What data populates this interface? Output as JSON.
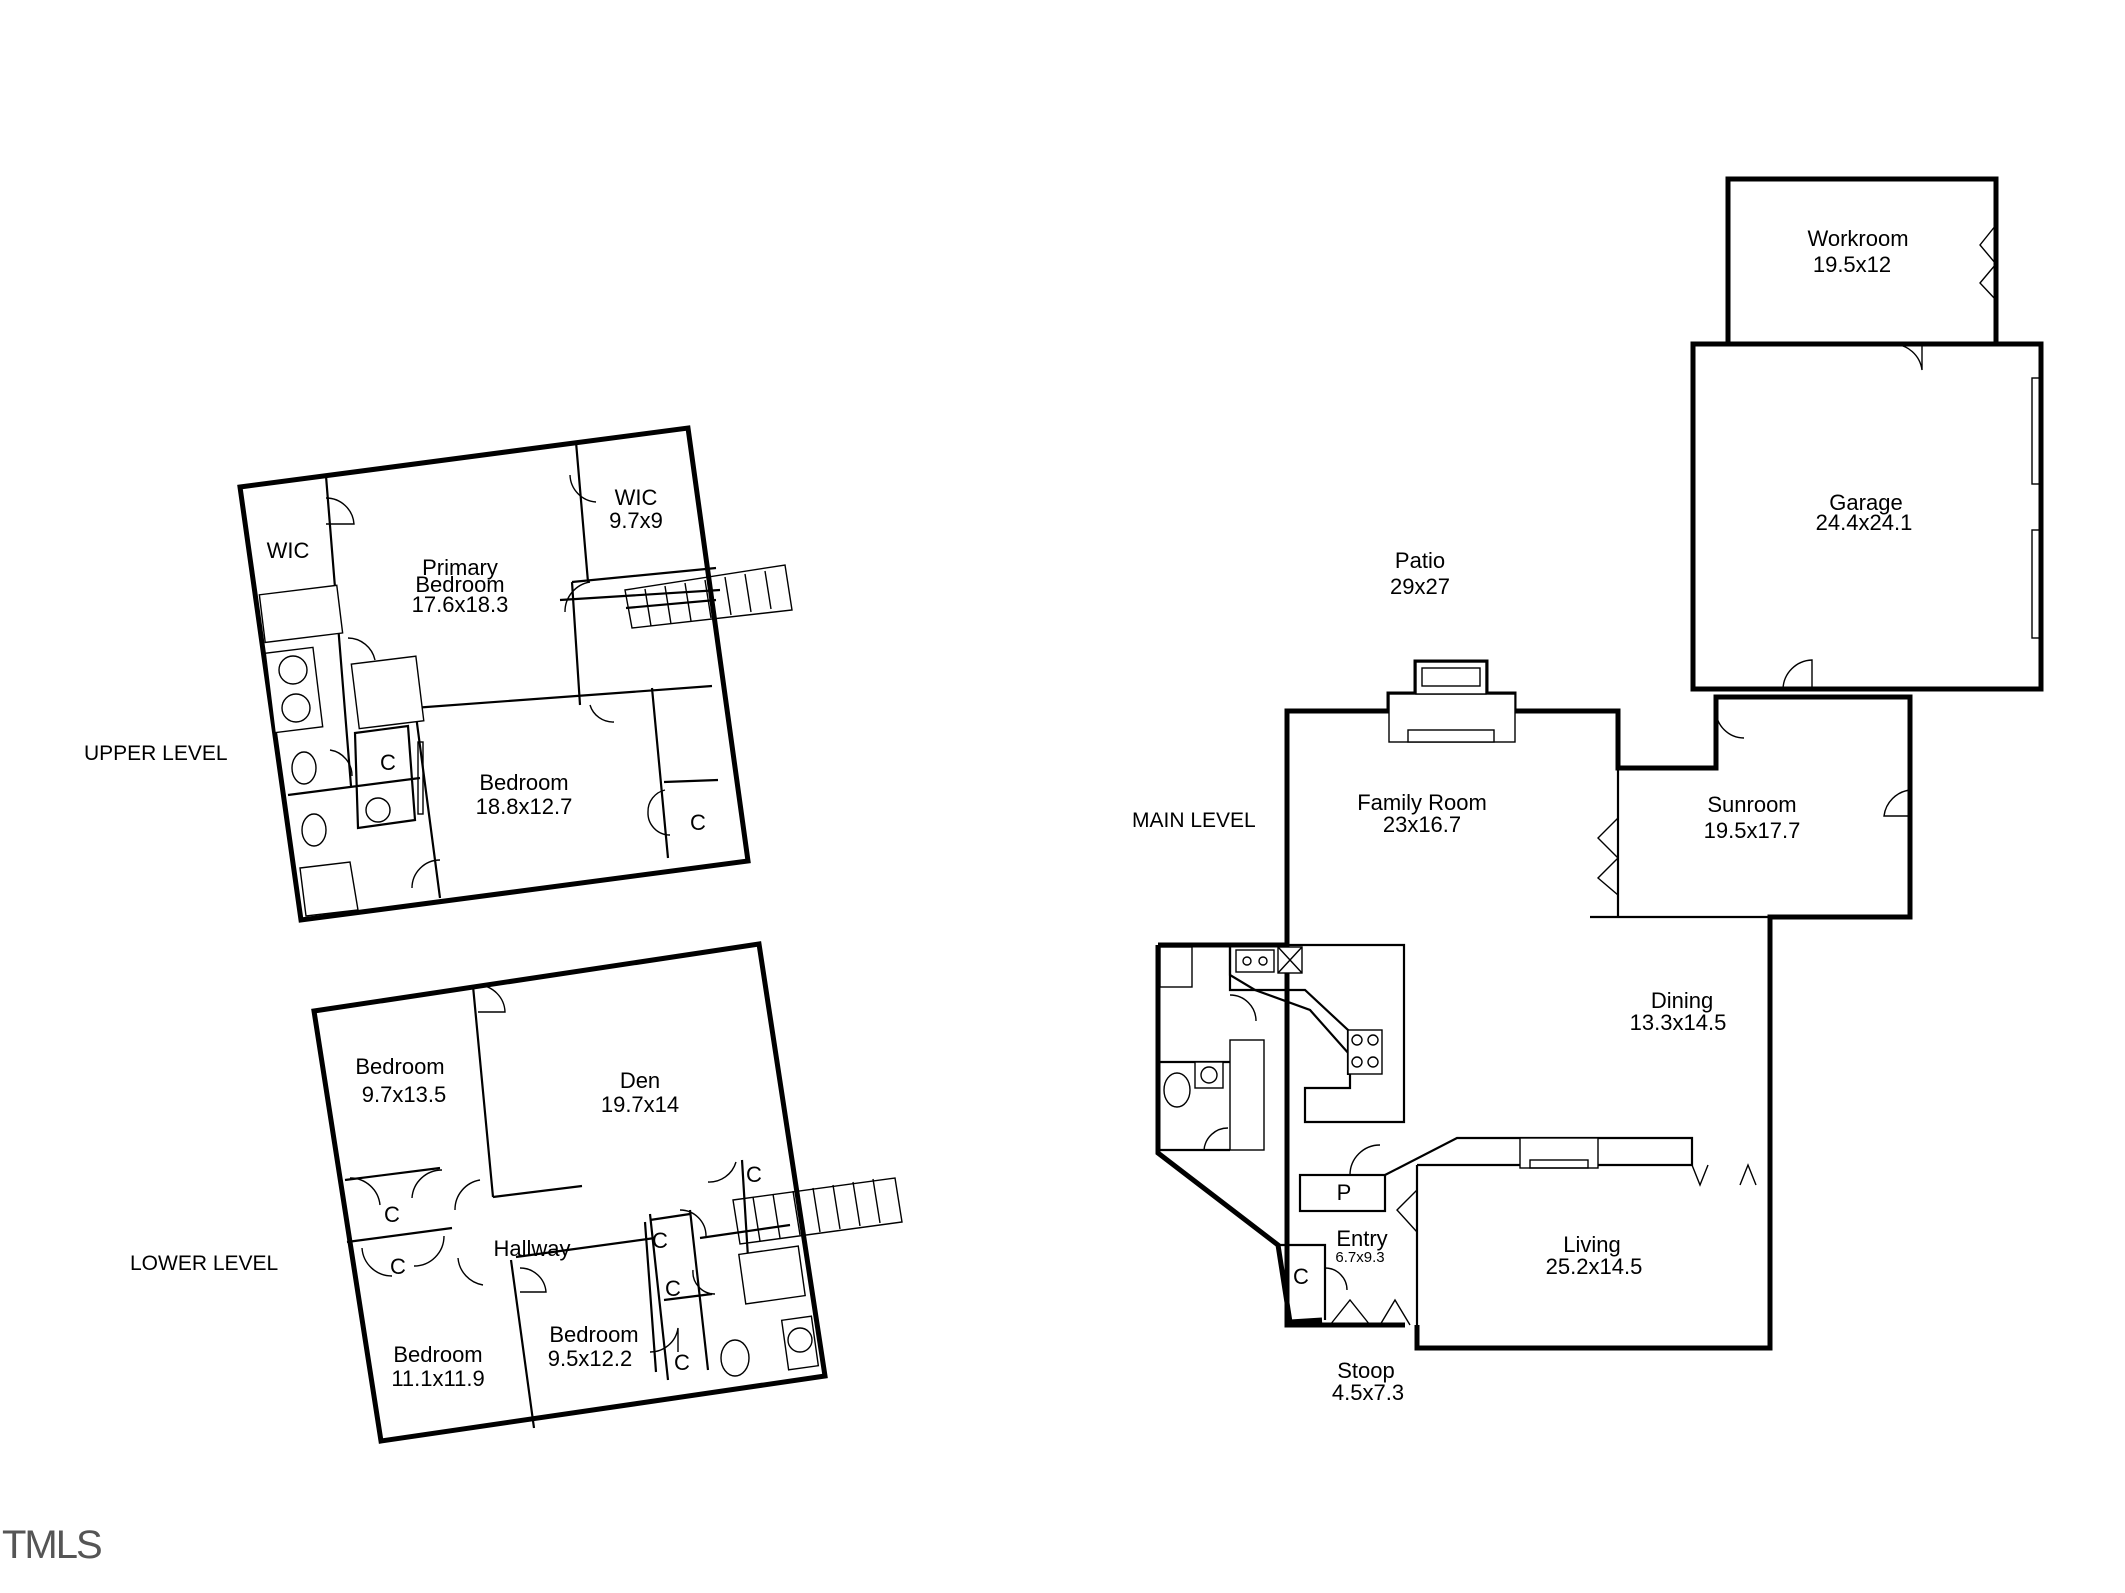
{
  "levels": {
    "upper": "UPPER LEVEL",
    "lower": "LOWER LEVEL",
    "main": "MAIN LEVEL"
  },
  "upper_rooms": {
    "wic_left": "WIC",
    "primary_line1": "Primary",
    "primary_line2": "Bedroom",
    "primary_dim": "17.6x18.3",
    "wic_right": "WIC",
    "wic_right_dim": "9.7x9",
    "bedroom": "Bedroom",
    "bedroom_dim": "18.8x12.7",
    "closet_a": "C",
    "closet_b": "C"
  },
  "lower_rooms": {
    "bedroom1": "Bedroom",
    "bedroom1_dim": "9.7x13.5",
    "den": "Den",
    "den_dim": "19.7x14",
    "hallway": "Hallway",
    "bedroom2": "Bedroom",
    "bedroom2_dim": "11.1x11.9",
    "bedroom3": "Bedroom",
    "bedroom3_dim": "9.5x12.2",
    "closet_1": "C",
    "closet_2": "C",
    "closet_3": "C",
    "closet_4": "C",
    "closet_5": "C",
    "closet_6": "C"
  },
  "main_rooms": {
    "workroom": "Workroom",
    "workroom_dim": "19.5x12",
    "garage": "Garage",
    "garage_dim": "24.4x24.1",
    "patio": "Patio",
    "patio_dim": "29x27",
    "family": "Family Room",
    "family_dim": "23x16.7",
    "sunroom": "Sunroom",
    "sunroom_dim": "19.5x17.7",
    "dining": "Dining",
    "dining_dim": "13.3x14.5",
    "entry": "Entry",
    "entry_dim": "6.7x9.3",
    "living": "Living",
    "living_dim": "25.2x14.5",
    "stoop": "Stoop",
    "stoop_dim": "4.5x7.3",
    "pantry": "P",
    "closet": "C"
  },
  "watermark": "TMLS"
}
